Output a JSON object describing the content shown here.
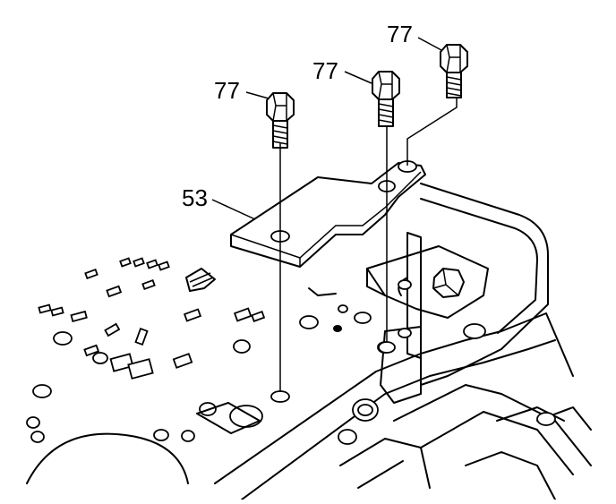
{
  "diagram": {
    "labels": {
      "bolt_left": "77",
      "bolt_middle": "77",
      "bolt_right": "77",
      "plate": "53"
    },
    "colors": {
      "ink": "#000000",
      "paper": "#ffffff"
    }
  }
}
